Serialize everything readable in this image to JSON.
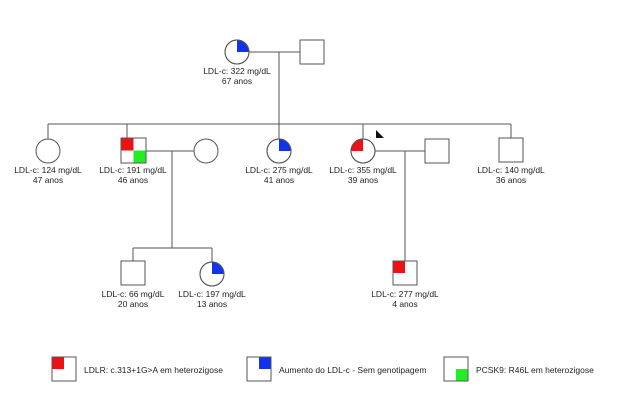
{
  "colors": {
    "ldlr": "#ee1111",
    "ldl_up": "#1133ee",
    "pcsk9": "#22ee22",
    "line": "#555555"
  },
  "individuals": {
    "grandmother": {
      "ldl": "LDL-c: 322 mg/dL",
      "age": "67 anos"
    },
    "child1": {
      "ldl": "LDL-c: 124 mg/dL",
      "age": "47 anos"
    },
    "child2": {
      "ldl": "LDL-c: 191 mg/dL",
      "age": "46 anos"
    },
    "child3": {
      "ldl": "LDL-c: 275 mg/dL",
      "age": "41 anos"
    },
    "child4": {
      "ldl": "LDL-c: 355 mg/dL",
      "age": "39 anos"
    },
    "child5": {
      "ldl": "LDL-c: 140 mg/dL",
      "age": "36 anos"
    },
    "grandchild1": {
      "ldl": "LDL-c: 66 mg/dL",
      "age": "20 anos"
    },
    "grandchild2": {
      "ldl": "LDL-c: 197 mg/dL",
      "age": "13 anos"
    },
    "grandchild3": {
      "ldl": "LDL-c: 277 mg/dL",
      "age": "4 anos"
    }
  },
  "legend": {
    "ldlr": "LDLR: c.313+1G>A em heterozigose",
    "ldl_up": "Aumento do LDL-c - Sem genotipagem",
    "pcsk9": "PCSK9: R46L em heterozigose"
  }
}
